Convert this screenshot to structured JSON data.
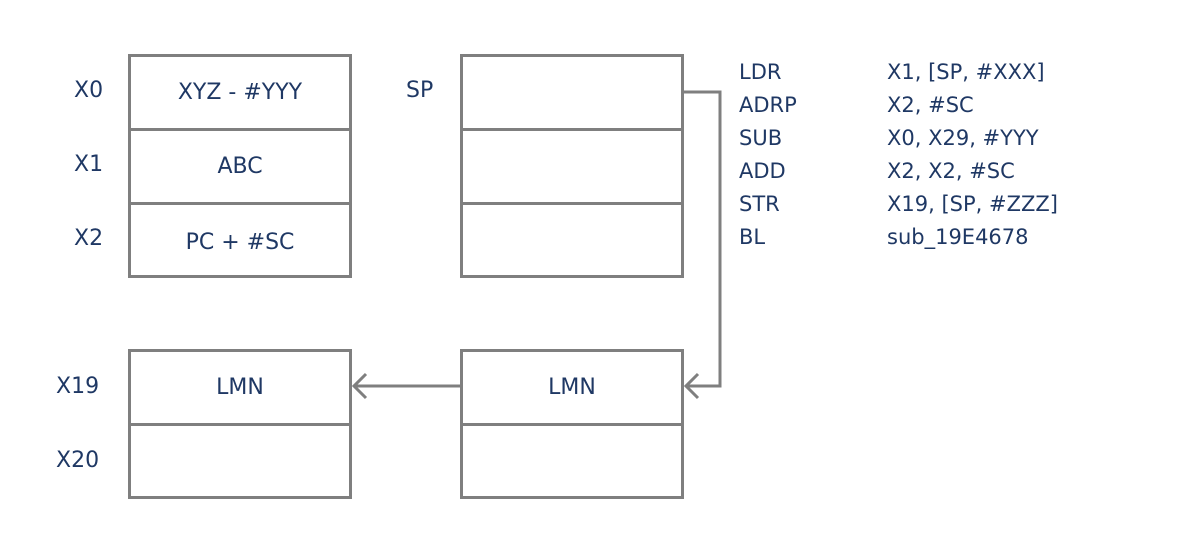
{
  "registers_top": {
    "rows": [
      {
        "label": "X0",
        "value": "XYZ - #YYY"
      },
      {
        "label": "X1",
        "value": "ABC"
      },
      {
        "label": "X2",
        "value": "PC + #SC"
      }
    ]
  },
  "stack_top": {
    "label": "SP",
    "cells": [
      "",
      "",
      ""
    ]
  },
  "registers_bottom": {
    "rows": [
      {
        "label": "X19",
        "value": "LMN"
      },
      {
        "label": "X20",
        "value": ""
      }
    ]
  },
  "stack_bottom": {
    "cells": [
      "LMN",
      ""
    ]
  },
  "assembly": [
    {
      "op": "LDR",
      "args": "X1, [SP, #XXX]"
    },
    {
      "op": "ADRP",
      "args": "X2, #SC"
    },
    {
      "op": "SUB",
      "args": "X0, X29, #YYY"
    },
    {
      "op": "ADD",
      "args": "X2, X2, #SC"
    },
    {
      "op": "STR",
      "args": "X19, [SP, #ZZZ]"
    },
    {
      "op": "BL",
      "args": "sub_19E4678"
    }
  ],
  "colors": {
    "text": "#1f3864",
    "border": "#7f7f7f"
  }
}
